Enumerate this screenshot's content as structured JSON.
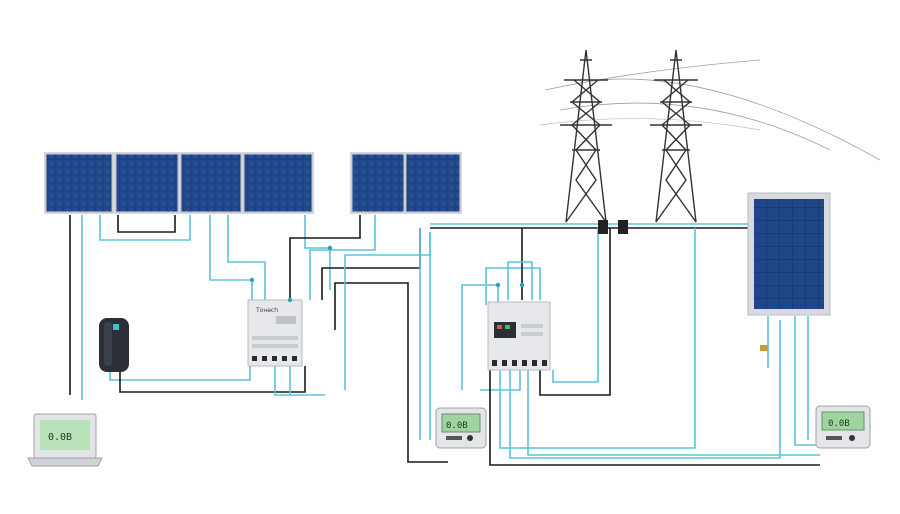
{
  "colors": {
    "background": "#ffffff",
    "wire_cyan": "#5cc3d8",
    "wire_black": "#1a1a1a",
    "panel_blue": "#1c3f7a",
    "panel_frame": "#c9ccd2",
    "tower_steel": "#333333",
    "lcd_green": "#9fd3a0",
    "device_body": "#e6e8eb"
  },
  "components": {
    "array_left_label": "solar-panel-array-left",
    "array_mid_label": "solar-panel-array-middle",
    "panel_right_label": "solar-panel-right",
    "battery_label": "battery",
    "inverter_left_label": "inverter-left",
    "inverter_mid_label": "inverter-middle",
    "meter_left_label": "meter-left",
    "meter_right_label": "meter-right",
    "laptop_label": "monitor-laptop",
    "towers_label": "transmission-towers"
  },
  "text": {
    "inverter_left_brand": "Tонѳch",
    "laptop_display": "0.0B",
    "meter_left_display": "0.0B",
    "meter_right_display": "0.0B"
  }
}
